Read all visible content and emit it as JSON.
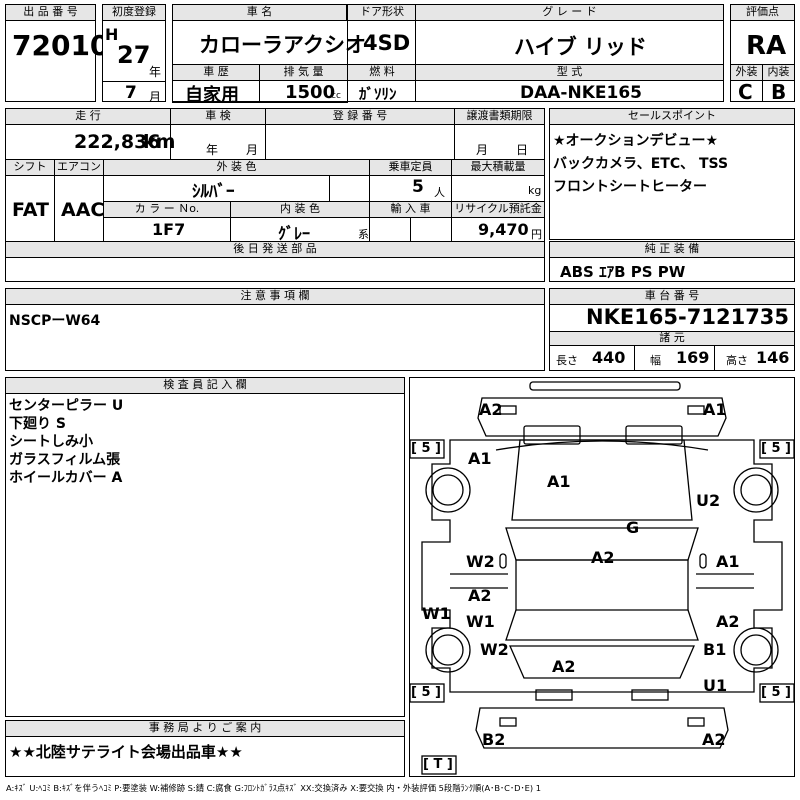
{
  "header": {
    "lot_label": "出 品 番 号",
    "lot_number": "72010",
    "first_reg_label": "初度登録",
    "era": "H",
    "year": "27",
    "year_unit": "年",
    "month": "7",
    "month_unit": "月",
    "car_name_label": "車 名",
    "car_name": "カローラアクシオ",
    "history_label": "車 歴",
    "history": "自家用",
    "displacement_label": "排 気 量",
    "displacement": "1500",
    "displacement_unit": "cc",
    "door_label": "ドア形状",
    "door": "4SD",
    "fuel_label": "燃 料",
    "fuel": "ｶﾞｿﾘﾝ",
    "grade_label": "グ レ ー ド",
    "grade": "ハイブ リッド",
    "model_label": "型 式",
    "model": "DAA-NKE165",
    "score_label": "評価点",
    "score": "RA",
    "ext_label": "外装",
    "ext": "C",
    "int_label": "内装",
    "int": "B"
  },
  "row2": {
    "mileage_label": "走 行",
    "mileage": "222,836",
    "mileage_unit": "km",
    "inspection_label": "車 検",
    "insp_year": "年",
    "insp_month": "月",
    "reg_label": "登 録 番 号",
    "transfer_label": "譲渡書類期限",
    "transfer_month": "月",
    "transfer_day": "日",
    "shift_label": "シフト",
    "shift": "FAT",
    "ac_label": "エアコン",
    "ac": "AAC",
    "color_label": "外 装 色",
    "color": "ｼﾙﾊﾞｰ",
    "capacity_label": "乗車定員",
    "capacity": "5",
    "capacity_unit": "人",
    "load_label": "最大積載量",
    "load_unit": "kg",
    "color_no_label": "カ ラ ー Ｎo.",
    "color_no": "1F7",
    "int_color_label": "内 装 色",
    "int_color": "ｸﾞﾚｰ",
    "int_color_unit": "系",
    "import_label": "輸 入 車",
    "recycle_label": "リサイクル預託金",
    "recycle": "9,470",
    "recycle_unit": "円",
    "later_parts_label": "後 日 発 送 部 品"
  },
  "sales": {
    "label": "セールスポイント",
    "lines": [
      "★オークションデビュー★",
      "バックカメラ、ETC、 TSS",
      "フロントシートヒーター"
    ]
  },
  "equipment": {
    "label": "純 正 装 備",
    "value": "ABS ｴｱB PS PW"
  },
  "notes": {
    "label": "注 意 事 項 欄",
    "value": "NSCPーW64"
  },
  "chassis": {
    "label": "車 台 番 号",
    "value": "NKE165-7121735",
    "dims_label": "諸 元",
    "length_label": "長さ",
    "length": "440",
    "width_label": "幅",
    "width": "169",
    "height_label": "高さ",
    "height": "146"
  },
  "inspector": {
    "label": "検 査 員 記 入 欄",
    "lines": [
      "センターピラー U",
      "下廻り S",
      "シートしみ小",
      "ガラスフィルム張",
      "ホイールカバー A"
    ]
  },
  "office": {
    "label": "事 務 局 よ り ご 案 内",
    "value": "★★北陸サテライト会場出品車★★"
  },
  "legend": "A:ｷｽﾞ U:ﾍｺﾐ B:ｷｽﾞを伴うﾍｺﾐ P:要塗装 W:補修跡 S:錆 C:腐食 G:ﾌﾛﾝﾄｶﾞﾗｽ点ｷｽﾞ XX:交換済み X:要交換 内・外装評価 5段階ﾗﾝｸ順(A･B･C･D･E) 1",
  "diagram": {
    "tire_marks": [
      "[ 5 ]",
      "[ 5 ]",
      "[ 5 ]",
      "[ 5 ]",
      "[ T ]"
    ],
    "damage": {
      "front_left": "A2",
      "front_right": "A1",
      "fender_fl": "A1",
      "hood": "A1",
      "fender_fr": "U2",
      "windshield": "G",
      "door_fl": "W2",
      "roof": "A2",
      "door_fr": "A1",
      "pillar_l": "A2",
      "sill_l": "W1",
      "side_l": "W1",
      "door_rr": "A2",
      "door_rl": "W2",
      "fender_rr": "B1",
      "trunk": "A2",
      "rear_quarter": "U1",
      "rear_left": "B2",
      "rear_right": "A2"
    }
  }
}
